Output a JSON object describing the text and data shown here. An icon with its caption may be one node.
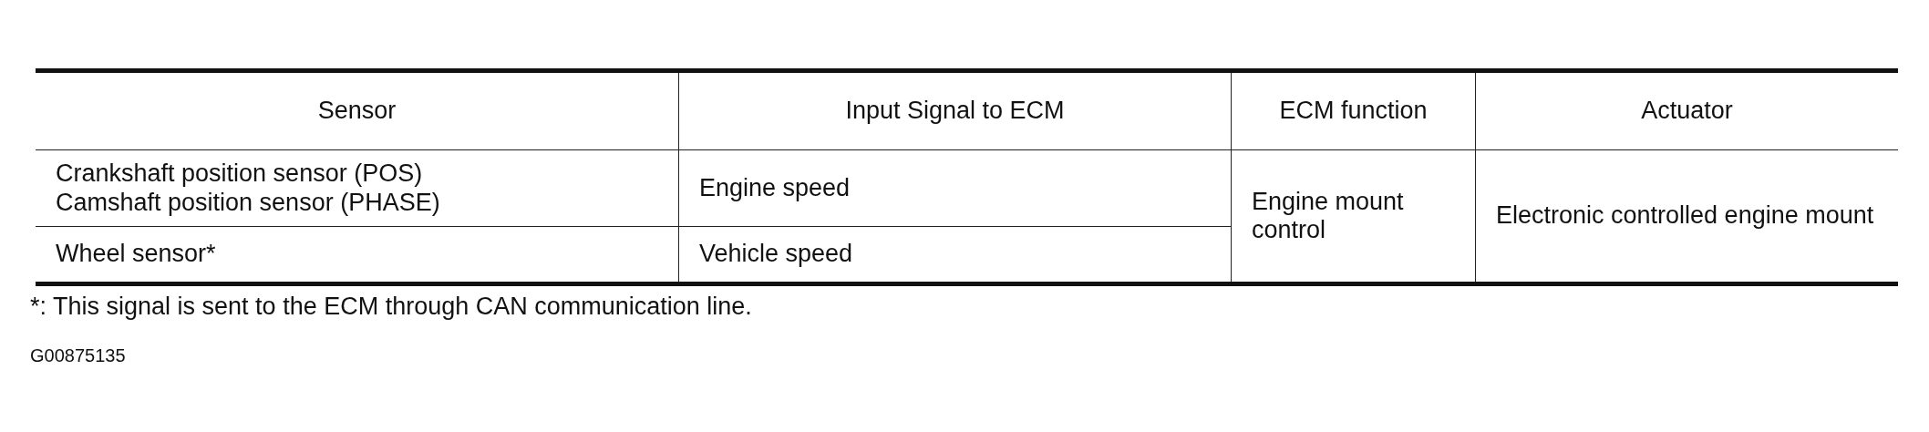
{
  "diagram": {
    "labels": [
      "Sensor",
      "Input Signal to ECM",
      "ECM function",
      "Actuator",
      "Crankshaft position sensor (POS)",
      "Camshaft position sensor (PHASE)",
      "Engine speed",
      "Engine mount control",
      "Electronic controlled engine mount",
      "Wheel sensor*",
      "Vehicle speed",
      "*: This signal is sent to the ECM through CAN communication line.",
      "G00875135"
    ]
  }
}
